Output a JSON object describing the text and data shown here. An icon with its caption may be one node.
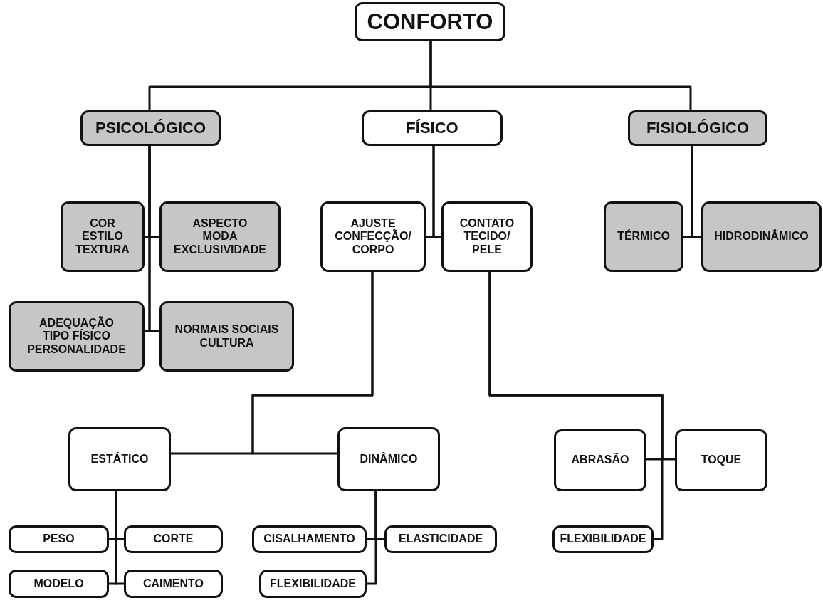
{
  "diagram": {
    "nodes": [
      {
        "text": [
          "CONFORTO"
        ]
      },
      {
        "text": [
          "PSICOLÓGICO"
        ]
      },
      {
        "text": [
          "FÍSICO"
        ]
      },
      {
        "text": [
          "FISIOLÓGICO"
        ]
      },
      {
        "text": [
          "COR",
          "ESTILO",
          "TEXTURA"
        ]
      },
      {
        "text": [
          "ASPECTO",
          "MODA",
          "EXCLUSIVIDADE"
        ]
      },
      {
        "text": [
          "ADEQUAÇÃO",
          "TIPO FÍSICO",
          "PERSONALIDADE"
        ]
      },
      {
        "text": [
          "NORMAIS SOCIAIS",
          "CULTURA"
        ]
      },
      {
        "text": [
          "AJUSTE CONFECÇÃO/ CORPO"
        ]
      },
      {
        "text": [
          "CONTATO TECIDO/ PELE"
        ]
      },
      {
        "text": [
          "TÉRMICO"
        ]
      },
      {
        "text": [
          "HIDRODINÂMICO"
        ]
      },
      {
        "text": [
          "ESTÁTICO"
        ]
      },
      {
        "text": [
          "DINÂMICO"
        ]
      },
      {
        "text": [
          "ABRASÃO"
        ]
      },
      {
        "text": [
          "TOQUE"
        ]
      },
      {
        "text": [
          "PESO"
        ]
      },
      {
        "text": [
          "CORTE"
        ]
      },
      {
        "text": [
          "MODELO"
        ]
      },
      {
        "text": [
          "CAIMENTO"
        ]
      },
      {
        "text": [
          "CISALHAMENTO"
        ]
      },
      {
        "text": [
          "ELASTICIDADE"
        ]
      },
      {
        "text": [
          "FLEXIBILIDADE"
        ]
      },
      {
        "text": [
          "FLEXIBILIDADE"
        ]
      }
    ],
    "edges": [
      {
        "from": 0,
        "to": 1,
        "arrow": "none"
      },
      {
        "from": 0,
        "to": 2,
        "arrow": "none"
      },
      {
        "from": 0,
        "to": 3,
        "arrow": "none"
      },
      {
        "from": 1,
        "to": 4,
        "arrow": "none"
      },
      {
        "from": 1,
        "to": 5,
        "arrow": "none"
      },
      {
        "from": 1,
        "to": 6,
        "arrow": "none"
      },
      {
        "from": 1,
        "to": 7,
        "arrow": "none"
      },
      {
        "from": 2,
        "to": 8,
        "arrow": "none"
      },
      {
        "from": 2,
        "to": 9,
        "arrow": "none"
      },
      {
        "from": 3,
        "to": 10,
        "arrow": "none"
      },
      {
        "from": 3,
        "to": 11,
        "arrow": "none"
      },
      {
        "from": 8,
        "to": 12,
        "arrow": "none"
      },
      {
        "from": 8,
        "to": 13,
        "arrow": "none"
      },
      {
        "from": 9,
        "to": 14,
        "arrow": "none"
      },
      {
        "from": 9,
        "to": 15,
        "arrow": "none"
      },
      {
        "from": 9,
        "to": 23,
        "arrow": "none"
      },
      {
        "from": 12,
        "to": 16,
        "arrow": "none"
      },
      {
        "from": 12,
        "to": 17,
        "arrow": "none"
      },
      {
        "from": 12,
        "to": 18,
        "arrow": "none"
      },
      {
        "from": 12,
        "to": 19,
        "arrow": "none"
      },
      {
        "from": 13,
        "to": 20,
        "arrow": "none"
      },
      {
        "from": 13,
        "to": 21,
        "arrow": "none"
      },
      {
        "from": 13,
        "to": 22,
        "arrow": "none"
      }
    ]
  }
}
